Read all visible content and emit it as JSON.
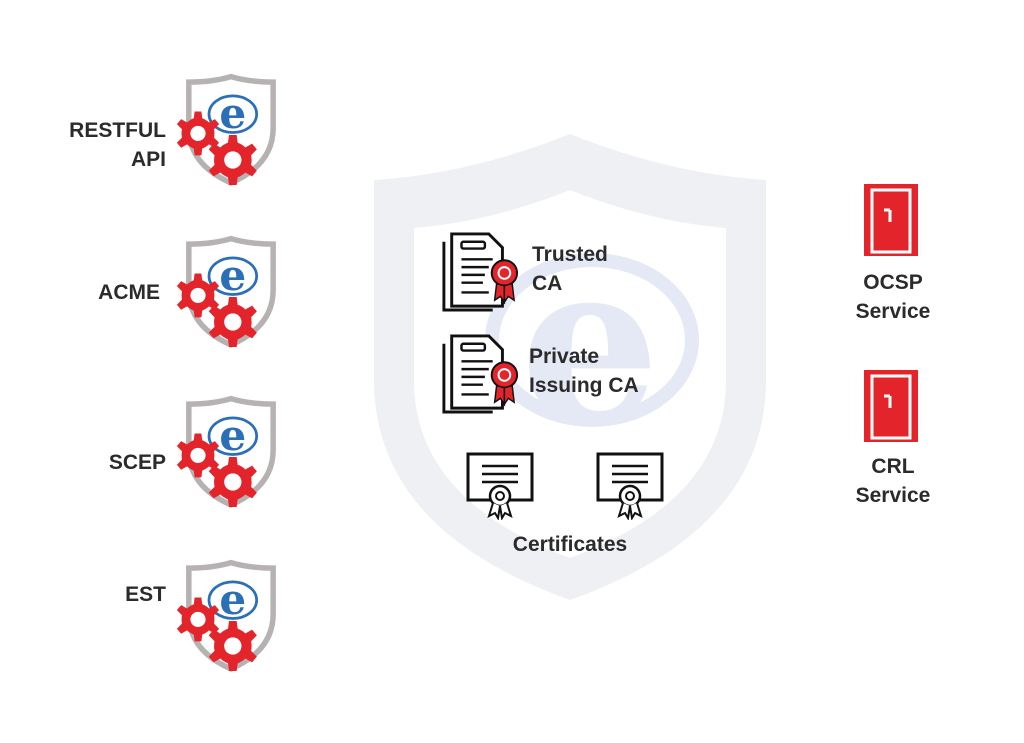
{
  "protocols": [
    {
      "id": "restful",
      "lines": [
        "RESTFUL",
        "API"
      ]
    },
    {
      "id": "acme",
      "lines": [
        "ACME"
      ]
    },
    {
      "id": "scep",
      "lines": [
        "SCEP"
      ]
    },
    {
      "id": "est",
      "lines": [
        "EST"
      ]
    }
  ],
  "center": {
    "trusted_ca": [
      "Trusted",
      "CA"
    ],
    "private_ca": [
      "Private",
      "Issuing CA"
    ],
    "certificates": "Certificates"
  },
  "services": {
    "ocsp": [
      "OCSP",
      "Service"
    ],
    "crl": [
      "CRL",
      "Service"
    ]
  },
  "colors": {
    "accent_red": "#e3242b",
    "brand_blue": "#2b6fb6",
    "shield_gray": "#b7b2b2",
    "bg_shield": "#eef0f4",
    "text": "#2b2b2b"
  },
  "icons": {
    "protocol": "shield-e-with-gears-icon",
    "service": "door-icon",
    "ca": "certificate-document-icon",
    "certificate": "certificate-award-icon"
  }
}
